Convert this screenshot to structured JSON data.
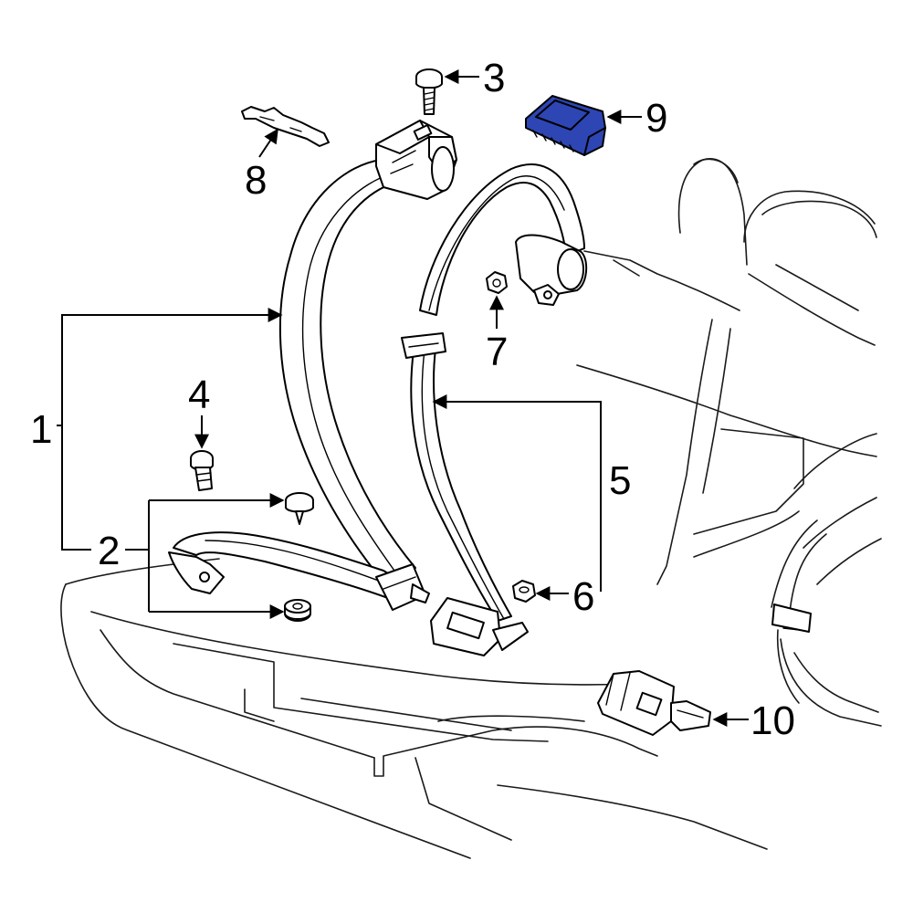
{
  "callouts": {
    "c1": "1",
    "c2": "2",
    "c3": "3",
    "c4": "4",
    "c5": "5",
    "c6": "6",
    "c7": "7",
    "c8": "8",
    "c9": "9",
    "c10": "10"
  },
  "colors": {
    "highlight": "#2d46b4",
    "line": "#000000"
  }
}
